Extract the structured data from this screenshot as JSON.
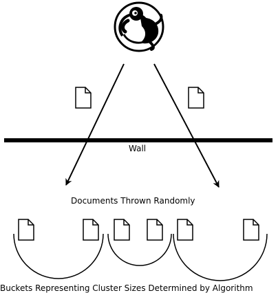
{
  "labels": {
    "wall": "Wall",
    "documents_thrown": "Documents Thrown Randomly",
    "buckets": "Buckets Representing Cluster Sizes Determined by Algorithm"
  },
  "icons": {
    "thrower": "monkey-logo-icon",
    "document": "document-icon"
  },
  "colors": {
    "stroke": "#000000",
    "background": "#ffffff"
  }
}
